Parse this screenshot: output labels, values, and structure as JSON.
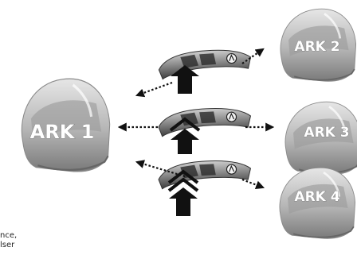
{
  "helmets": {
    "ark1": "ARK 1",
    "ark2": "ARK 2",
    "ark3": "ARK 3",
    "ark4": "ARK 4"
  },
  "side_text": {
    "line1": "nce,",
    "line2": "lser"
  },
  "colors": {
    "helmet_light": "#d6d6d6",
    "helmet_mid": "#9a9a9a",
    "helmet_dark": "#5e5e5e",
    "arrow": "#111111"
  },
  "icons": [
    "helmet-icon",
    "intercom-device-icon",
    "up-arrow-icon",
    "dotted-arrow-icon"
  ]
}
